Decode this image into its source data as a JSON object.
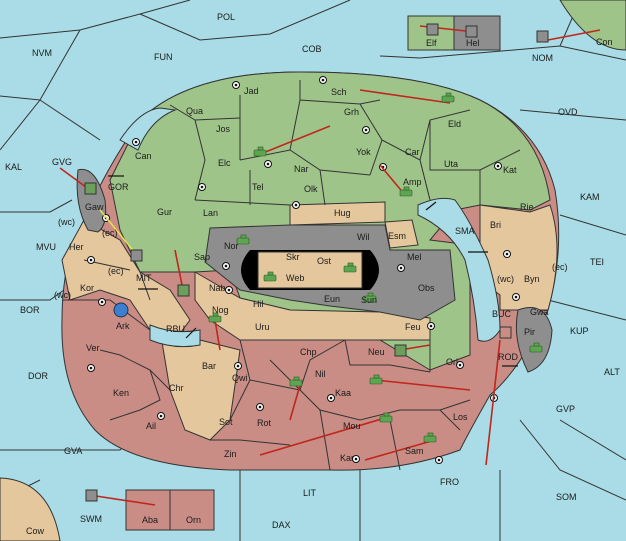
{
  "colors": {
    "sea": "#a9dce6",
    "green": "#9fc48a",
    "tan": "#e5c79e",
    "rose": "#c98d86",
    "grey": "#8e8e8e",
    "order": "#c0261c",
    "support": "#e6e64a"
  },
  "seas": {
    "pol": "POL",
    "fun": "FUN",
    "cob": "COB",
    "nvm": "NVM",
    "con": "Con",
    "nom": "NOM",
    "ovd": "OVD",
    "kal": "KAL",
    "gvg": "GVG",
    "gor": "GOR",
    "kam": "KAM",
    "sma": "SMA",
    "mvu": "MVU",
    "mit": "MIT",
    "tei": "TEI",
    "bor": "BOR",
    "rbu": "RBU",
    "buc": "BUC",
    "kup": "KUP",
    "dor": "DOR",
    "alt": "ALT",
    "rod": "ROD",
    "gvp": "GVP",
    "gva": "GVA",
    "fro": "FRO",
    "som": "SOM",
    "lit": "LIT",
    "swm": "SWM",
    "dax": "DAX",
    "cow": "Cow"
  },
  "lands": {
    "elf": "Elf",
    "hel": "Hel",
    "jad": "Jad",
    "sch": "Sch",
    "qua": "Qua",
    "jos": "Jos",
    "grh": "Grh",
    "eld": "Eld",
    "can": "Can",
    "elc": "Elc",
    "nar": "Nar",
    "yok": "Yok",
    "car": "Car",
    "uta": "Uta",
    "kat": "Kat",
    "gaw": "Gaw",
    "tel": "Tel",
    "olk": "Olk",
    "amp": "Amp",
    "gur": "Gur",
    "lan": "Lan",
    "hug": "Hug",
    "rie": "Rie",
    "bri": "Bri",
    "her": "Her",
    "wil": "Wil",
    "esm": "Esm",
    "nor": "Nor",
    "skr": "Skr",
    "ost": "Ost",
    "mel": "Mel",
    "sap": "Sap",
    "web": "Web",
    "byn": "Byn",
    "kor": "Kor",
    "nab": "Nab",
    "obs": "Obs",
    "eun": "Eun",
    "sun": "Sun",
    "hil": "Hil",
    "gwa": "Gwa",
    "ark": "Ark",
    "nog": "Nog",
    "pir": "Pir",
    "uru": "Uru",
    "feu": "Feu",
    "ver": "Ver",
    "chp": "Chp",
    "neu": "Neu",
    "orl": "Orl",
    "bar": "Bar",
    "qwi": "Qwi",
    "nil": "Nil",
    "ken": "Ken",
    "chr": "Chr",
    "kaa": "Kaa",
    "los": "Los",
    "ail": "Ail",
    "sot": "Sot",
    "rot": "Rot",
    "mou": "Mou",
    "zin": "Zin",
    "kar": "Kar",
    "sam": "Sam",
    "aba": "Aba",
    "orn": "Orn"
  },
  "coast_notes": {
    "wc1": "(wc)",
    "ec1": "(ec)",
    "wc2": "(wc)",
    "ec2": "(ec)",
    "wc3": "(wc)",
    "ec3": "(ec)"
  },
  "icons": {
    "army": "tank-icon",
    "fleet": "ship-icon",
    "supply": "supply-center-icon"
  }
}
